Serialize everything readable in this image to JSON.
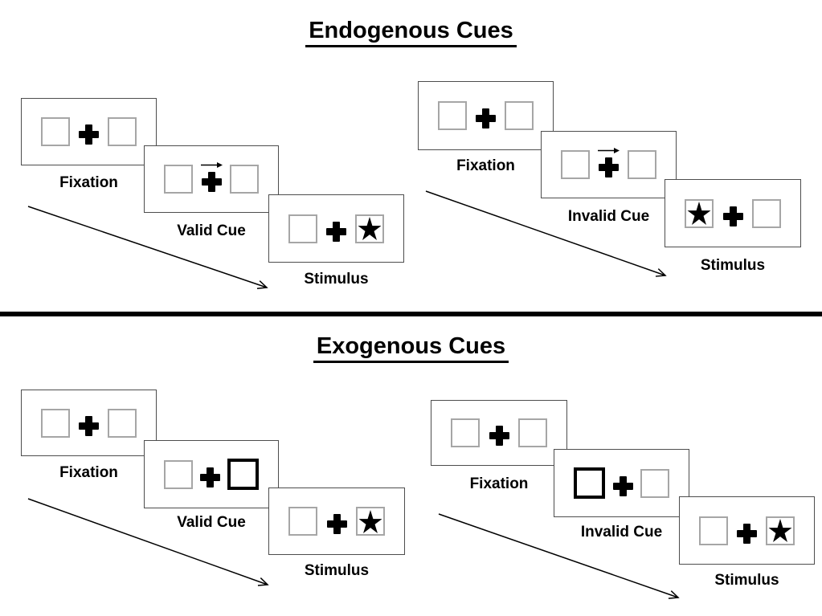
{
  "diagram": {
    "kind": "posner-cueing-task",
    "colors": {
      "background": "#ffffff",
      "panel_border": "#4d4d4d",
      "box_border": "#a6a6a6",
      "cue_highlight": "#000000",
      "text": "#000000"
    }
  },
  "sections": [
    {
      "title": "Endogenous Cues",
      "sequences": [
        {
          "name": "valid",
          "cue_symbol": "right-arrow above fixation cross",
          "target_side": "right",
          "steps": [
            {
              "label": "Fixation"
            },
            {
              "label": "Valid Cue"
            },
            {
              "label": "Stimulus"
            }
          ]
        },
        {
          "name": "invalid",
          "cue_symbol": "right-arrow above fixation cross",
          "target_side": "left",
          "steps": [
            {
              "label": "Fixation"
            },
            {
              "label": "Invalid Cue"
            },
            {
              "label": "Stimulus"
            }
          ]
        }
      ]
    },
    {
      "title": "Exogenous Cues",
      "sequences": [
        {
          "name": "valid",
          "cue_symbol": "right box highlighted",
          "target_side": "right",
          "steps": [
            {
              "label": "Fixation"
            },
            {
              "label": "Valid Cue"
            },
            {
              "label": "Stimulus"
            }
          ]
        },
        {
          "name": "invalid",
          "cue_symbol": "left box highlighted",
          "target_side": "right",
          "steps": [
            {
              "label": "Fixation"
            },
            {
              "label": "Invalid Cue"
            },
            {
              "label": "Stimulus"
            }
          ]
        }
      ]
    }
  ]
}
